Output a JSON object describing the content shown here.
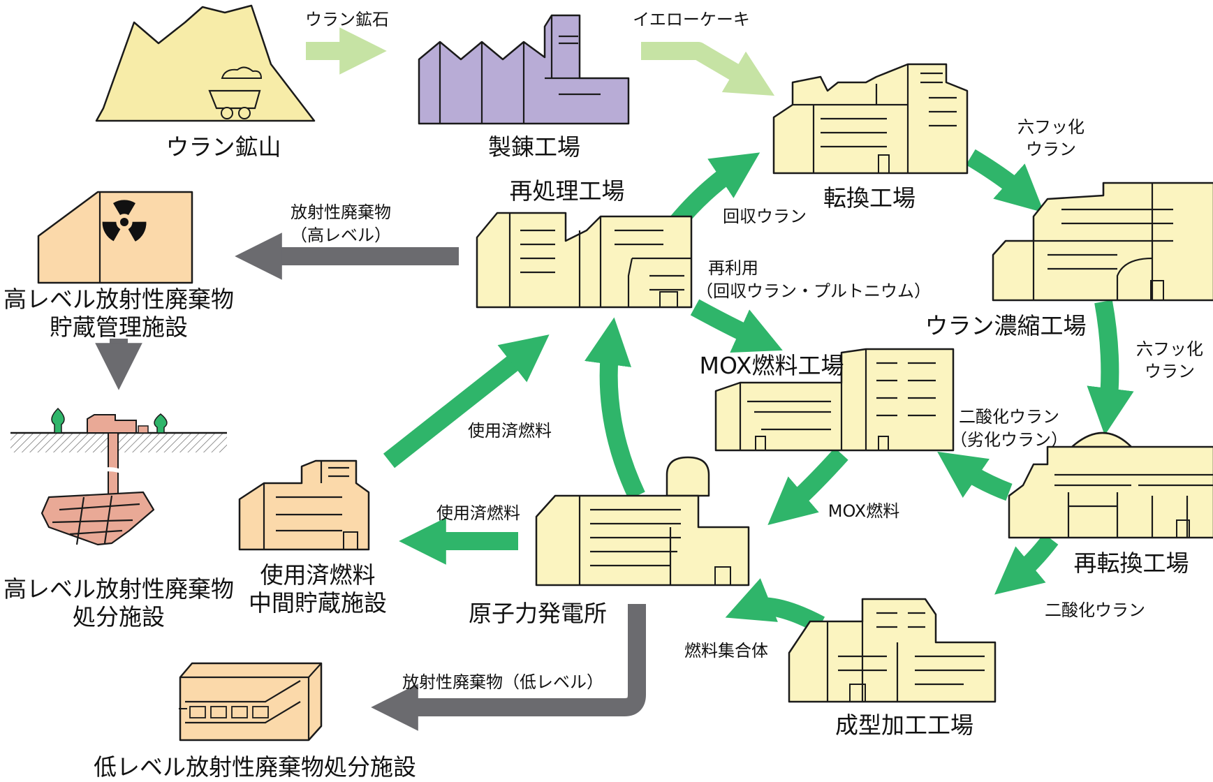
{
  "facilities": {
    "mine": "ウラン鉱山",
    "refinery": "製錬工場",
    "conversion": "転換工場",
    "enrichment": "ウラン濃縮工場",
    "reconversion": "再転換工場",
    "fabrication": "成型加工工場",
    "mox": "MOX燃料工場",
    "reprocessing": "再処理工場",
    "power_plant": "原子力発電所",
    "interim_storage_1": "使用済燃料",
    "interim_storage_2": "中間貯蔵施設",
    "hlw_storage_1": "高レベル放射性廃棄物",
    "hlw_storage_2": "貯蔵管理施設",
    "hlw_disposal_1": "高レベル放射性廃棄物",
    "hlw_disposal_2": "処分施設",
    "llw_disposal": "低レベル放射性廃棄物処分施設"
  },
  "flows": {
    "uranium_ore": "ウラン鉱石",
    "yellowcake": "イエローケーキ",
    "uf6_1_line1": "六フッ化",
    "uf6_1_line2": "ウラン",
    "uf6_2_line1": "六フッ化",
    "uf6_2_line2": "ウラン",
    "depleted_line1": "二酸化ウラン",
    "depleted_line2": "（劣化ウラン）",
    "uo2": "二酸化ウラン",
    "fuel_assembly": "燃料集合体",
    "mox_fuel": "MOX燃料",
    "spent_fuel_reprocess": "使用済燃料",
    "spent_fuel_storage": "使用済燃料",
    "recovered_uranium": "回収ウラン",
    "reuse_line1": "再利用",
    "reuse_line2": "（回収ウラン・プルトニウム）",
    "hlw_line1": "放射性廃棄物",
    "hlw_line2": "（高レベル）",
    "llw": "放射性廃棄物（低レベル）"
  },
  "colors": {
    "cycle_arrow": "#2fb56a",
    "supply_arrow": "#c6e3a4",
    "waste_arrow": "#6b6b6f",
    "building": "#fbf4c0",
    "refinery": "#b8acd6",
    "mine": "#f7eca8",
    "waste_building": "#fbd9aa"
  },
  "icons": [
    "radiation-icon",
    "mine-cart-icon",
    "tree-icon"
  ]
}
